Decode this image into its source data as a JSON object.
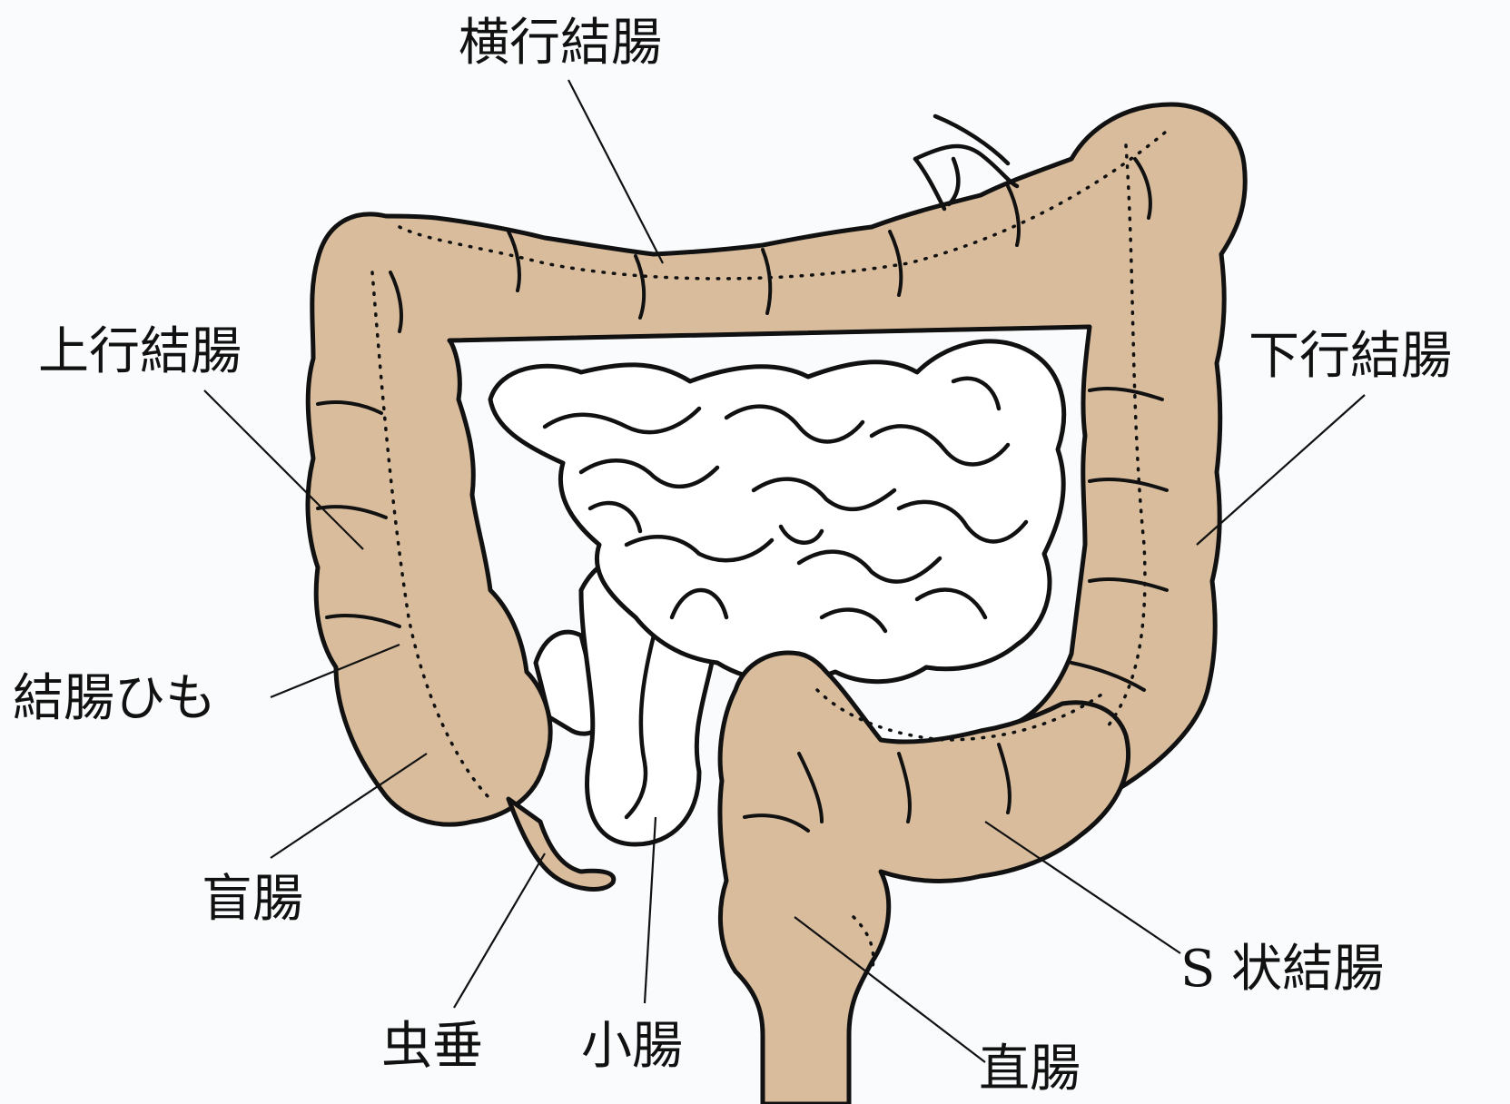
{
  "labels": {
    "transverse_colon": "横行結腸",
    "ascending_colon": "上行結腸",
    "descending_colon": "下行結腸",
    "taenia_coli": "結腸ひも",
    "cecum": "盲腸",
    "sigmoid_colon": "S 状結腸",
    "appendix": "虫垂",
    "small_intestine": "小腸",
    "rectum": "直腸"
  },
  "colors": {
    "colon_fill": "#d8bc9c",
    "small_intestine_fill": "#ffffff",
    "outline": "#111111",
    "background": "#f9fbfc"
  }
}
